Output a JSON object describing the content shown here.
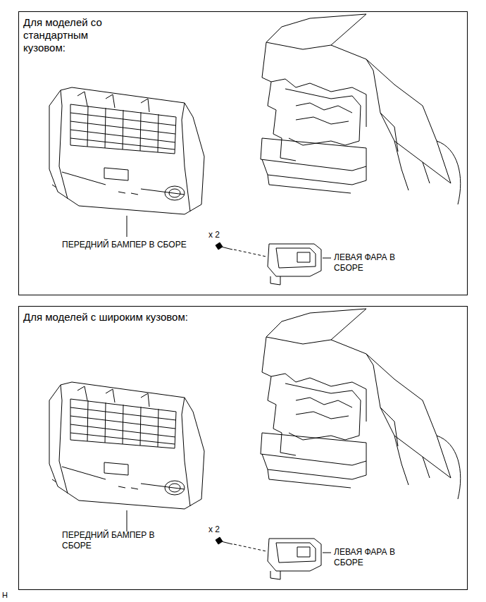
{
  "diagram": {
    "nodes": [
      {
        "text": [
          "Для моделей со стандартным кузовом:"
        ]
      },
      {
        "text": [
          "Для моделей с широким кузовом:"
        ]
      }
    ],
    "labels": [
      "ПЕРЕДНИЙ БАМПЕР В СБОРЕ",
      "x 2",
      "ЛЕВАЯ ФАРА В СБОРЕ",
      "ПЕРЕДНИЙ БАМПЕР В СБОРЕ",
      "x 2",
      "ЛЕВАЯ ФАРА В СБОРЕ",
      "H"
    ]
  }
}
